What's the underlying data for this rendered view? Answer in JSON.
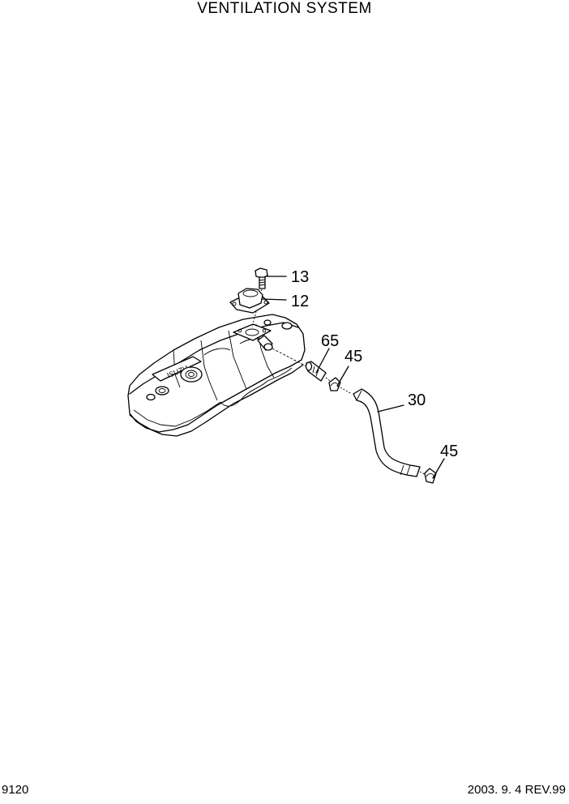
{
  "header": {
    "title": "VENTILATION SYSTEM"
  },
  "footer": {
    "page_number": "9120",
    "revision": "2003. 9. 4 REV.99"
  },
  "callouts": {
    "c13": "13",
    "c12": "12",
    "c65": "65",
    "c45a": "45",
    "c30": "30",
    "c45b": "45"
  }
}
